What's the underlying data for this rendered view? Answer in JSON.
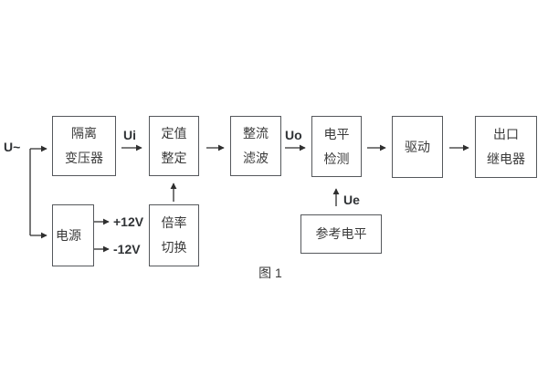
{
  "figure": {
    "caption": "图 1",
    "colors": {
      "background": "#ffffff",
      "box_border": "#55585c",
      "connector_line": "#333333",
      "text": "#3a3a3a"
    }
  },
  "diagram": {
    "blocks": [
      {
        "id": "isolation-transformer",
        "lines": [
          "隔离",
          "变压器"
        ]
      },
      {
        "id": "value-setting",
        "lines": [
          "定值",
          "整定"
        ]
      },
      {
        "id": "rectifier-filter",
        "lines": [
          "整流",
          "滤波"
        ]
      },
      {
        "id": "level-detection",
        "lines": [
          "电平",
          "检测"
        ]
      },
      {
        "id": "drive",
        "lines": [
          "驱动"
        ]
      },
      {
        "id": "output-relay",
        "lines": [
          "出口",
          "继电器"
        ]
      },
      {
        "id": "power-supply",
        "lines": [
          "电源"
        ]
      },
      {
        "id": "ratio-switch",
        "lines": [
          "倍率",
          "切换"
        ]
      },
      {
        "id": "reference-level",
        "lines": [
          "参考电平"
        ]
      }
    ],
    "labels": {
      "input_voltage": "U~",
      "ui": "Ui",
      "uo": "Uo",
      "ue": "Ue",
      "plus_12v": "+12V",
      "minus_12v": "-12V"
    }
  }
}
